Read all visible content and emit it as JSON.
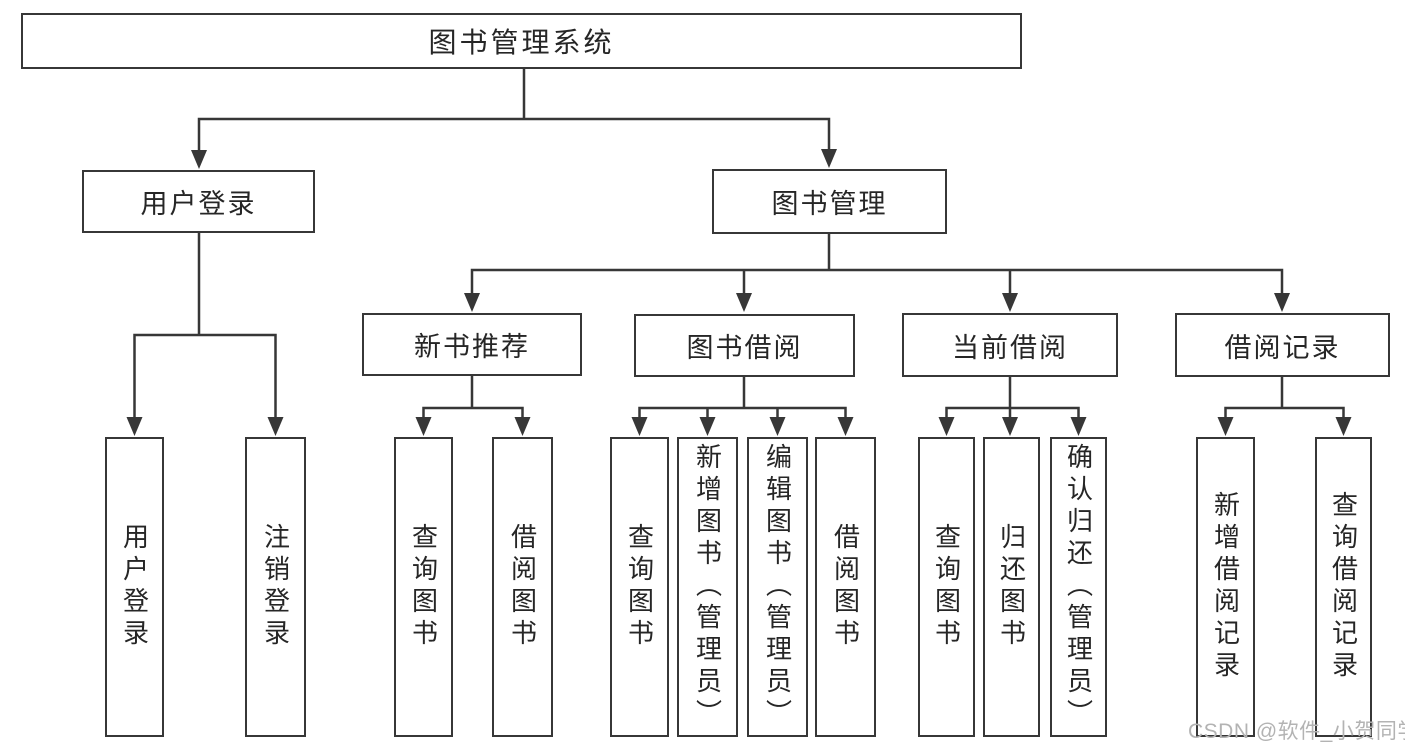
{
  "diagram": {
    "title": "图书管理系统",
    "children": [
      {
        "label": "用户登录",
        "children": [
          {
            "label": "用户登录"
          },
          {
            "label": "注销登录"
          }
        ]
      },
      {
        "label": "图书管理",
        "children": [
          {
            "label": "新书推荐",
            "children": [
              {
                "label": "查询图书"
              },
              {
                "label": "借阅图书"
              }
            ]
          },
          {
            "label": "图书借阅",
            "children": [
              {
                "label": "查询图书"
              },
              {
                "label": "新增图书（管理员）"
              },
              {
                "label": "编辑图书（管理员）"
              },
              {
                "label": "借阅图书"
              }
            ]
          },
          {
            "label": "当前借阅",
            "children": [
              {
                "label": "查询图书"
              },
              {
                "label": "归还图书"
              },
              {
                "label": "确认归还（管理员）"
              }
            ]
          },
          {
            "label": "借阅记录",
            "children": [
              {
                "label": "新增借阅记录"
              },
              {
                "label": "查询借阅记录"
              }
            ]
          }
        ]
      }
    ]
  },
  "watermark": "CSDN @软件_小贺同学",
  "colors": {
    "line": "#373737",
    "text": "#262626",
    "watermark": "#b3b3b3",
    "background": "#ffffff"
  }
}
